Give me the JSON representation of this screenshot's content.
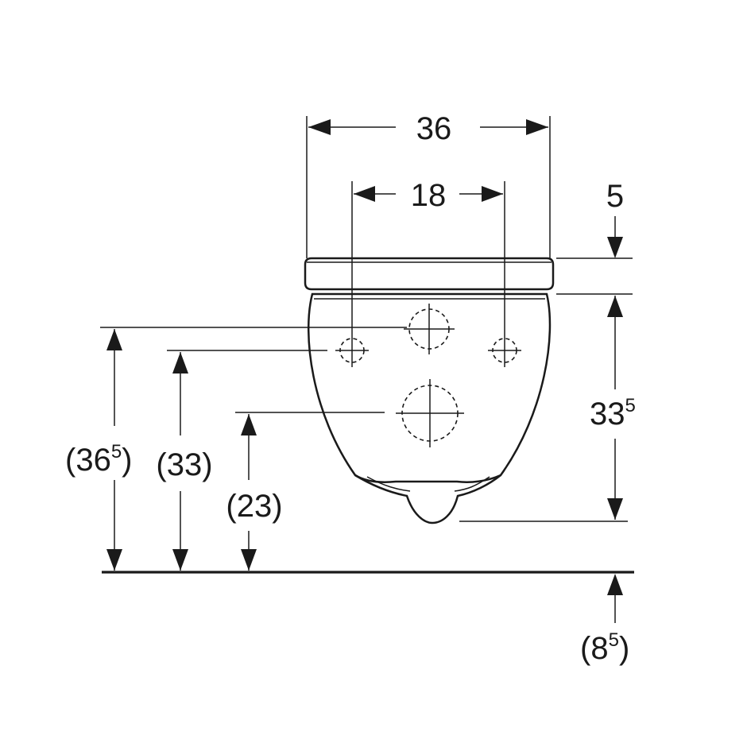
{
  "dimensions": {
    "total_width": {
      "label": "36"
    },
    "fixing_spacing": {
      "label": "18"
    },
    "seat_thickness": {
      "label": "5"
    },
    "bowl_height": {
      "label": "33",
      "sup": "5"
    },
    "upper_connection_height": {
      "label_open": "(36",
      "sup": "5",
      "label_close": ")"
    },
    "fixing_height": {
      "label": "(33)"
    },
    "outlet_height": {
      "label": "(23)"
    },
    "floor_offset": {
      "label_open": "(8",
      "sup": "5",
      "label_close": ")"
    }
  },
  "colors": {
    "line": "#1a1a1a",
    "background": "#ffffff"
  }
}
